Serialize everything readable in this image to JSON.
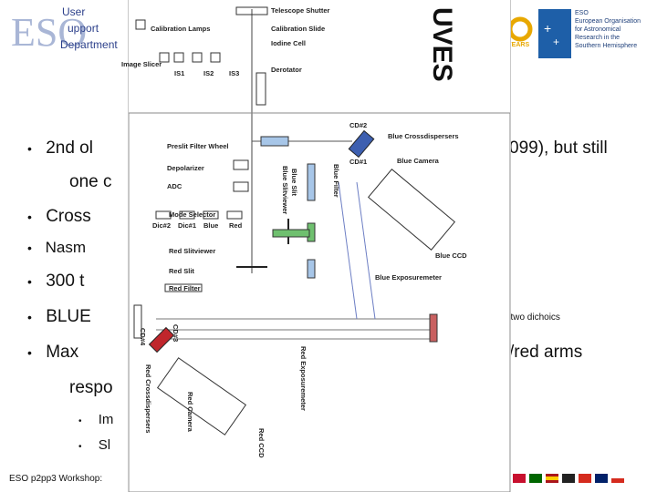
{
  "header": {
    "uso_logo": {
      "user": "User",
      "support": "upport",
      "department": "Department",
      "big_letters": "ESO"
    },
    "anniversary_badge": "YEARS",
    "eso_org": {
      "abbr": "ESO",
      "line1": "European Organisation",
      "line2": "for Astronomical",
      "line3": "Research in the",
      "line4": "Southern Hemisphere"
    }
  },
  "slide": {
    "bullets": [
      {
        "marker": "•",
        "text_left": "2nd ol",
        "text_right": "099), but still"
      },
      {
        "marker": "",
        "text_left": "one c",
        "text_right": ""
      },
      {
        "marker": "•",
        "text_left": "Cross",
        "text_right": ""
      },
      {
        "marker": "•",
        "text_left": "Nasm",
        "text_right": ""
      },
      {
        "marker": "•",
        "text_left": "300 t",
        "text_right": ""
      },
      {
        "marker": "•",
        "text_left": "BLUE",
        "text_right": "e of two dichoics"
      },
      {
        "marker": "•",
        "text_left": "Max",
        "text_right": "/red arms"
      },
      {
        "marker": "",
        "text_left": "respo",
        "text_right": ""
      }
    ],
    "sub_bullets": [
      {
        "marker": "•",
        "text": "Im"
      },
      {
        "marker": "•",
        "text": "Sl"
      }
    ],
    "footer": "ESO p2pp3 Workshop:"
  },
  "diagram": {
    "title": "UVES",
    "labels": {
      "telescope_shutter": "Telescope Shutter",
      "calibration_lamps": "Calibration Lamps",
      "calibration_slide": "Calibration Slide",
      "iodine_cell": "Iodine Cell",
      "image_slicer": "Image Slicer",
      "is1": "IS1",
      "is2": "IS2",
      "is3": "IS3",
      "derotator": "Derotator",
      "cd2": "CD#2",
      "cd1": "CD#1",
      "blue_crossdispersers": "Blue Crossdispersers",
      "preslit_filter_wheel": "Preslit Filter Wheel",
      "depolarizer": "Depolarizer",
      "adc": "ADC",
      "blue_filter": "Blue Filter",
      "blue_slit": "Blue Slit",
      "blue_slitviewer": "Blue Slitviewer",
      "blue_camera": "Blue Camera",
      "mode_selector": "Mode Selector",
      "dic2": "Dic#2",
      "dic1": "Dic#1",
      "blue": "Blue",
      "red": "Red",
      "red_slitviewer": "Red Slitviewer",
      "red_slit": "Red Slit",
      "red_filter": "Red Filter",
      "blue_ccd": "Blue CCD",
      "blue_exposuremeter": "Blue Exposuremeter",
      "cd4": "CD#4",
      "cd3": "CD#3",
      "red_crossdispersers": "Red Crossdispersers",
      "red_camera": "Red Camera",
      "red_ccd": "Red CCD",
      "red_exposuremeter": "Red Exposuremeter"
    }
  },
  "flags": [
    "#c8102e",
    "#006600",
    "#ffcc00",
    "#aa151b",
    "#d52b1e",
    "#012169",
    "#0033a0"
  ]
}
